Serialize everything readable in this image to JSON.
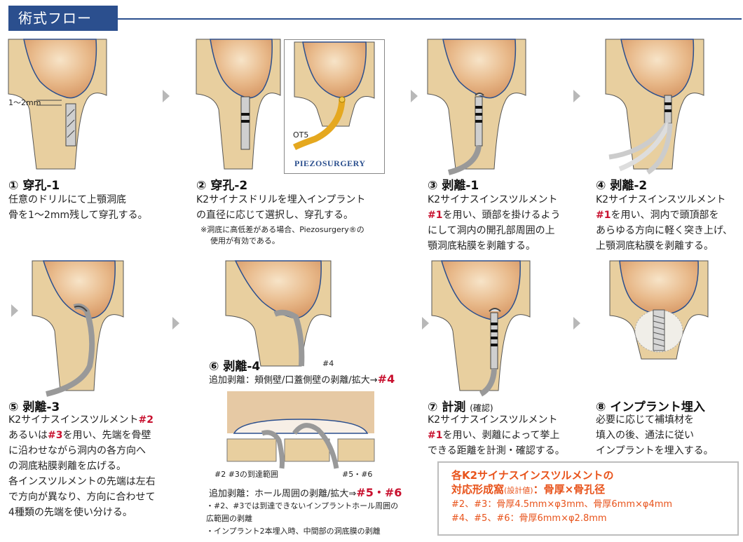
{
  "header": {
    "title": "術式フロー"
  },
  "colors": {
    "header_bg": "#2b4f8e",
    "accent_red": "#c8102e",
    "info_orange": "#e8531b",
    "bone_outer": "#e8cf9f",
    "membrane_blue": "#2b4f8e"
  },
  "steps": [
    {
      "num": "①",
      "title": "穿孔-1",
      "lines": [
        "任意のドリルにて上顎洞底",
        "骨を1〜2mm残して穿孔する。"
      ],
      "label": "1〜2mm"
    },
    {
      "num": "②",
      "title": "穿孔-2",
      "lines": [
        "K2サイナスドリルを埋入インプラント",
        "の直径に応じて選択し、穿孔する。"
      ],
      "notes": [
        "※洞底に高低差がある場合、Piezosurgery®の",
        "使用が有効である。"
      ],
      "inset_label": "OT5",
      "inset_brand": "PIEZOSURGERY"
    },
    {
      "num": "③",
      "title": "剥離-1",
      "line1": "K2サイナスインスツルメント",
      "tag": "#1",
      "line2_rest": "を用い、頭部を掛けるよう",
      "lines_after": [
        "にして洞内の開孔部周囲の上",
        "顎洞底粘膜を剥離する。"
      ]
    },
    {
      "num": "④",
      "title": "剥離-2",
      "line1": "K2サイナスインスツルメント",
      "tag": "#1",
      "line2_rest": "を用い、洞内で頭頂部を",
      "lines_after": [
        "あらゆる方向に軽く突き上げ、",
        "上顎洞底粘膜を剥離する。"
      ]
    },
    {
      "num": "⑤",
      "title": "剥離-3",
      "line1": "K2サイナスインスツルメント",
      "tag1": "#2",
      "line2_pre": "あるいは",
      "tag2": "#3",
      "line2_rest": "を用い、先端を骨壁",
      "lines_after": [
        "に沿わせながら洞内の各方向へ",
        "の洞底粘膜剥離を広げる。",
        "各インスツルメントの先端は左右",
        "で方向が異なり、方向に合わせて",
        "4種類の先端を使い分ける。"
      ]
    },
    {
      "num": "⑥",
      "title": "剥離-4",
      "tag_label": "#4",
      "line1_pre": "追加剥離：頬側壁/口蓋側壁の剥離/拡大→",
      "tag": "#4",
      "inset_left": "#2 #3の到達範囲",
      "inset_right": "#5・#6",
      "line2_pre": "追加剥離：ホール周囲の剥離/拡大⇒",
      "tag2": "#5・#6",
      "notes": [
        "・#2、#3では到達できないインプラントホール周囲の",
        "広範囲の剥離",
        "・インプラント2本埋入時、中間部の洞底膜の剥離"
      ]
    },
    {
      "num": "⑦",
      "title": "計測",
      "sub": "(確認)",
      "line1": "K2サイナスインスツルメント",
      "tag": "#1",
      "line2_rest": "を用い、剥離によって挙上",
      "lines_after": [
        "できる距離を計測・確認する。"
      ]
    },
    {
      "num": "⑧",
      "title": "インプラント埋入",
      "lines": [
        "必要に応じて補填材を",
        "填入の後、通法に従い",
        "インプラントを埋入する。"
      ]
    }
  ],
  "info": {
    "title_line1": "各K2サイナスインスツルメントの",
    "title_line2_pre": "対応形成窩",
    "title_line2_sub": "(設計値)",
    "title_line2_post": "：骨厚×骨孔径",
    "line1": "#2、#3：骨厚4.5mm×φ3mm、骨厚6mm×φ4mm",
    "line2": "#4、#5、#6：骨厚6mm×φ2.8mm"
  }
}
